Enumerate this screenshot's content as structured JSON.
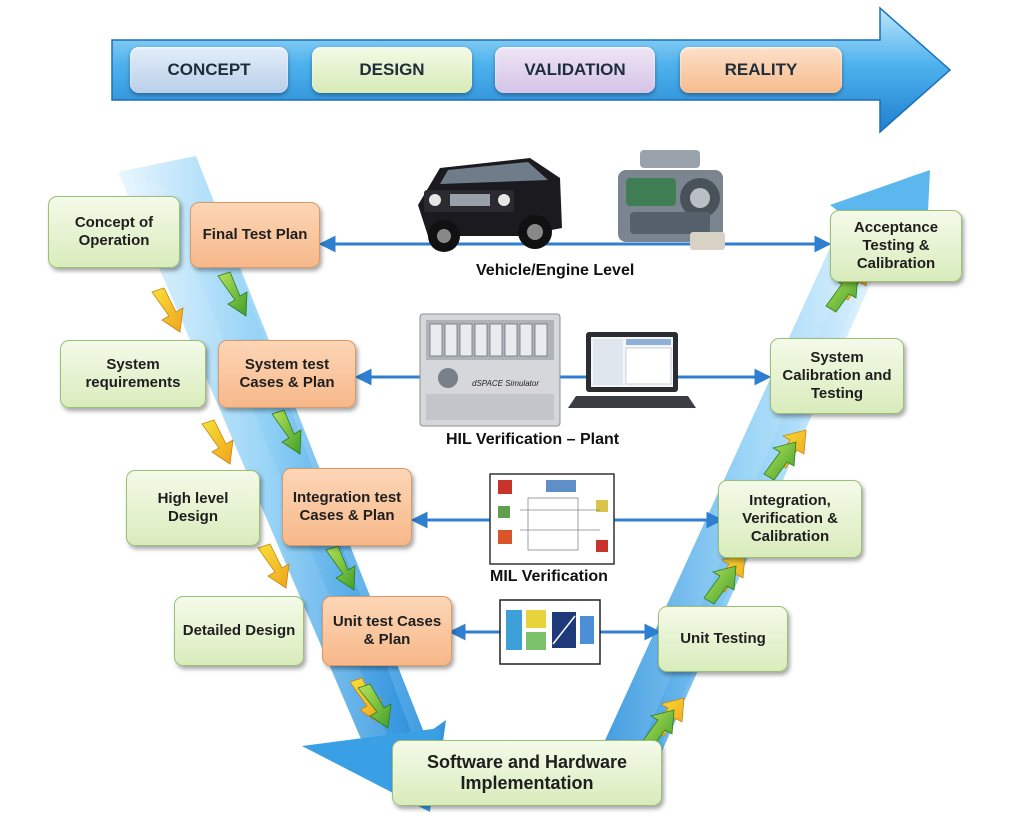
{
  "phases": [
    "CONCEPT",
    "DESIGN",
    "VALIDATION",
    "REALITY"
  ],
  "left_boxes": {
    "concept_of_operation": "Concept of Operation",
    "system_requirements": "System requirements",
    "high_level_design": "High level Design",
    "detailed_design": "Detailed Design"
  },
  "test_plans": {
    "final_test_plan": "Final Test Plan",
    "system_test": "System test Cases & Plan",
    "integration_test": "Integration test Cases & Plan",
    "unit_test": "Unit test Cases & Plan"
  },
  "right_boxes": {
    "acceptance": "Acceptance Testing & Calibration",
    "system_calibration": "System Calibration and Testing",
    "integration_verification": "Integration, Verification & Calibration",
    "unit_testing": "Unit Testing"
  },
  "bottom": "Software and Hardware Implementation",
  "levels": {
    "vehicle": "Vehicle/Engine Level",
    "hil": "HIL Verification – Plant",
    "mil": "MIL Verification"
  },
  "simulator_label": "dSPACE Simulator",
  "colors": {
    "arrow_blue": "#3aa0e6",
    "green_box": "#d9ecbc",
    "orange_box": "#f7b88a"
  }
}
